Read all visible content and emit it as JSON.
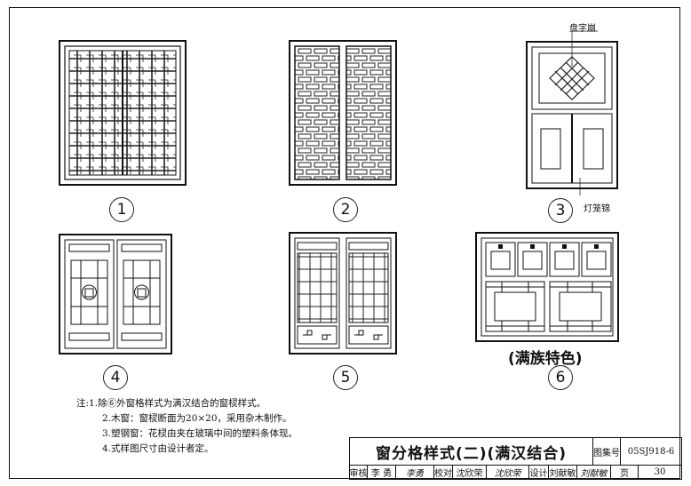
{
  "drawing": {
    "windows": [
      {
        "number": "1"
      },
      {
        "number": "2"
      },
      {
        "number": "3",
        "labels": [
          "盘字崩",
          "灯笼锦"
        ]
      },
      {
        "number": "4"
      },
      {
        "number": "5"
      },
      {
        "number": "6",
        "caption": "(满族特色)"
      }
    ]
  },
  "notes": {
    "prefix": "注:",
    "items": [
      "1.除⑥外窗格样式为满汉结合的窗棂样式。",
      "2.木窗：窗棂断面为20×20，采用杂木制作。",
      "3.塑钢窗：花棂由夹在玻璃中间的塑料条体现。",
      "4.式样图尺寸由设计者定。"
    ]
  },
  "title_block": {
    "title": "窗分格样式(二)(满汉结合)",
    "atlas_label": "图集号",
    "atlas_no": "05SJ918-6",
    "review_label": "审核",
    "reviewer": "李 勇",
    "reviewer_sig": "李勇",
    "check_label": "校对",
    "checker": "沈欣荣",
    "checker_sig": "沈欣荣",
    "design_label": "设计",
    "designer": "刘献敏",
    "designer_sig": "刘献敏",
    "page_label": "页",
    "page": "30"
  }
}
